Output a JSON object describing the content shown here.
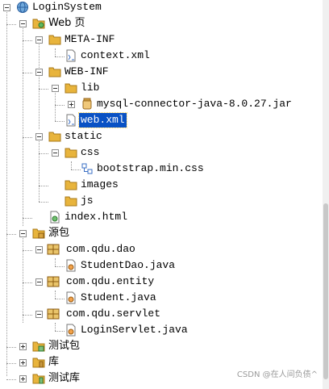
{
  "tree": {
    "project": "LoginSystem",
    "web_pages": "Web 页",
    "meta_inf": "META-INF",
    "context_xml": "context.xml",
    "web_inf": "WEB-INF",
    "lib": "lib",
    "mysql_jar": "mysql-connector-java-8.0.27.jar",
    "web_xml": "web.xml",
    "static": "static",
    "css": "css",
    "bootstrap_css": "bootstrap.min.css",
    "images": "images",
    "js": "js",
    "index_html": "index.html",
    "source_packages": "源包",
    "pkg_dao": "com.qdu.dao",
    "student_dao": "StudentDao.java",
    "pkg_entity": "com.qdu.entity",
    "student": "Student.java",
    "pkg_servlet": "com.qdu.servlet",
    "login_servlet": "LoginServlet.java",
    "test_packages": "测试包",
    "libraries": "库",
    "test_libraries": "测试库"
  },
  "watermark": "CSDN @在人间负债^",
  "colors": {
    "selection": "#0a52c4",
    "folder": "#e8b43c",
    "package": "#d9a540"
  }
}
